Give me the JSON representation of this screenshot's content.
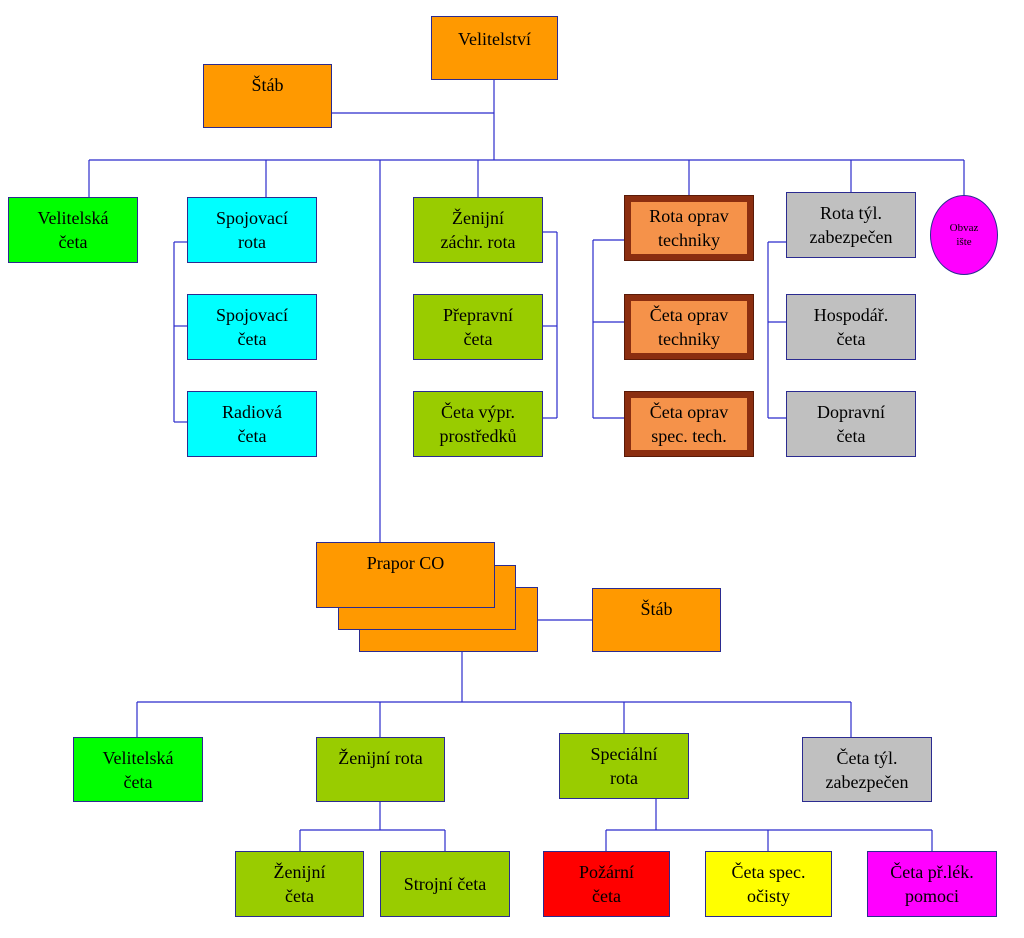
{
  "top": {
    "velitelstvi": "Velitelství",
    "stab": "Štáb"
  },
  "branches": {
    "velitelska_ceta": "Velitelská\nčeta",
    "spojovaci_rota": "Spojovací\nrota",
    "spojovaci_ceta": "Spojovací\nčeta",
    "radiova_ceta": "Radiová\nčeta",
    "zenijni_zachr_rota": "Ženijní\nzáchr. rota",
    "prepravni_ceta": "Přepravní\nčeta",
    "ceta_vypr_prostredku": "Četa výpr.\nprostředků",
    "rota_oprav_techniky": "Rota oprav\ntechniky",
    "ceta_oprav_techniky": "Četa oprav\ntechniky",
    "ceta_oprav_spec_tech": "Četa oprav\nspec. tech.",
    "rota_tyl_zabezpecen": "Rota týl.\nzabezpečen",
    "hospodar_ceta": "Hospodář.\nčeta",
    "dopravni_ceta": "Dopravní\nčeta",
    "obvaz_iste": "Obvaz\nište"
  },
  "prapor": {
    "prapor_co": "Prapor CO",
    "stab": "Štáb",
    "velitelska_ceta": "Velitelská\nčeta",
    "zenijni_rota": "Ženijní rota",
    "specialni_rota": "Speciální\nrota",
    "ceta_tyl_zabezpecen": "Četa týl.\nzabezpečen",
    "zenijni_ceta": "Ženijní\nčeta",
    "strojni_ceta": "Strojní četa",
    "pozarni_ceta": "Požární\nčeta",
    "ceta_spec_ocisty": "Četa spec.\nočisty",
    "ceta_pr_lek_pomoci": "Četa př.lék.\npomoci"
  },
  "colors": {
    "line": "#2b2bcc",
    "orange": "#ff9900",
    "green": "#00ff00",
    "cyan": "#00ffff",
    "olive": "#99cc00",
    "grey": "#c0c0c0",
    "red": "#ff0000",
    "yellow": "#ffff00",
    "magenta": "#ff00ff",
    "brown": "#8b2e10"
  }
}
